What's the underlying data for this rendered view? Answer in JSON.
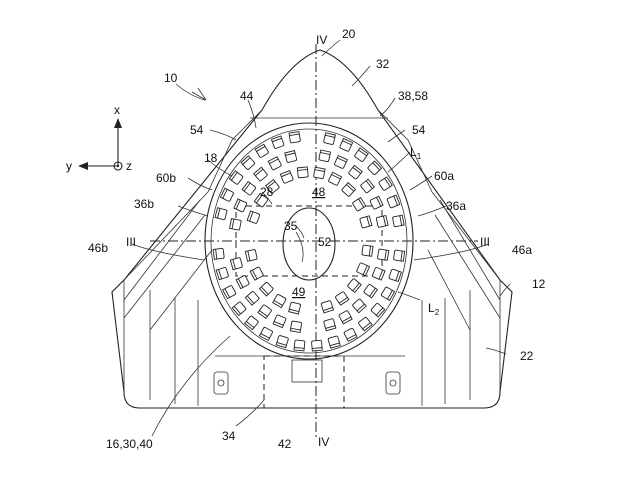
{
  "labels": {
    "l10": "10",
    "l20": "20",
    "l32": "32",
    "l3858": "38,58",
    "l44": "44",
    "l54a": "54",
    "l54b": "54",
    "l18": "18",
    "lL1": "L",
    "lL1sub": "1",
    "l60b": "60b",
    "l60a": "60a",
    "l28": "28",
    "l48": "48",
    "l36b": "36b",
    "l36a": "36a",
    "l35": "35",
    "l52": "52",
    "lIIIa": "III",
    "lIIIb": "III",
    "l46b": "46b",
    "l46a": "46a",
    "l12": "12",
    "l49": "49",
    "lL2": "L",
    "lL2sub": "2",
    "l22": "22",
    "l163040": "16,30,40",
    "l34": "34",
    "l42": "42",
    "lIVtop": "IV",
    "lIVbot": "IV",
    "axisX": "x",
    "axisY": "y",
    "axisZ": "z"
  }
}
